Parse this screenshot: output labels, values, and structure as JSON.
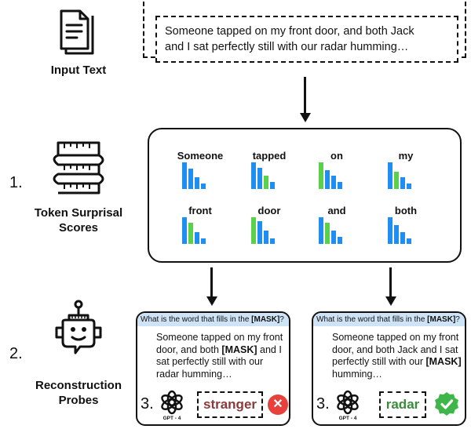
{
  "input": {
    "label": "Input Text",
    "text_line1": "Someone tapped on my front door, and both Jack",
    "text_line2": "and I sat perfectly still with our radar humming…"
  },
  "step1": {
    "number": "1.",
    "label_line1": "Token Surprisal",
    "label_line2": "Scores"
  },
  "step2": {
    "number": "2.",
    "label_line1": "Reconstruction",
    "label_line2": "Probes"
  },
  "colors": {
    "blue": "#1f8ef1",
    "green": "#5ad14a",
    "wrong": "#e8413c",
    "correct": "#3fb64a",
    "stranger_text": "#8a3a3a",
    "radar_text": "#3c8a3c",
    "question_band": "#cfe3f6"
  },
  "tokens": [
    {
      "word": "Someone",
      "bars": [
        1.0,
        0.75,
        0.45,
        0.2
      ],
      "green_index": -1
    },
    {
      "word": "tapped",
      "bars": [
        1.0,
        0.8,
        0.5,
        0.25
      ],
      "green_index": 2
    },
    {
      "word": "on",
      "bars": [
        1.0,
        0.7,
        0.5,
        0.25
      ],
      "green_index": 0
    },
    {
      "word": "my",
      "bars": [
        1.0,
        0.65,
        0.45,
        0.2
      ],
      "green_index": 1
    },
    {
      "word": "front",
      "bars": [
        1.0,
        0.8,
        0.45,
        0.2
      ],
      "green_index": 1
    },
    {
      "word": "door",
      "bars": [
        1.0,
        0.85,
        0.5,
        0.2
      ],
      "green_index": 0
    },
    {
      "word": "and",
      "bars": [
        1.0,
        0.8,
        0.5,
        0.25
      ],
      "green_index": 1
    },
    {
      "word": "both",
      "bars": [
        1.0,
        0.7,
        0.45,
        0.2
      ],
      "green_index": -1
    }
  ],
  "probes": [
    {
      "question_prefix": "What is the word that fills in the ",
      "question_mask": "[MASK]",
      "question_suffix": "?",
      "l1": "Someone tapped on my front",
      "l2a": "door, and both ",
      "l2mask": "[MASK]",
      "l2b": " and I",
      "l3": "sat perfectly still with our",
      "l4a": "radar humming…",
      "l4mask": "",
      "step": "3.",
      "model": "GPT - 4",
      "answer": "stranger",
      "status_symbol": "✕"
    },
    {
      "question_prefix": "What is the word that fills in the ",
      "question_mask": "[MASK]",
      "question_suffix": "?",
      "l1": "Someone tapped on my front",
      "l2a": "door, and both Jack and I sat",
      "l2mask": "",
      "l2b": "",
      "l3": "perfectly still with our ",
      "l3mask": "[MASK]",
      "l4a": "humming…",
      "step": "3.",
      "model": "GPT - 4",
      "answer": "radar",
      "status_symbol": "✓"
    }
  ]
}
